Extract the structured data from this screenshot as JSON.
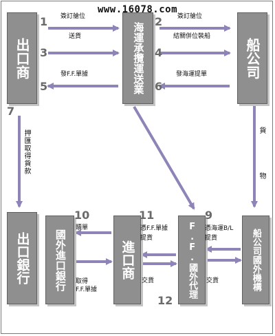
{
  "watermark": "www.16078.com",
  "boxes": {
    "exporter": "出口商",
    "shipping_forwarder": "海運承攬運送業",
    "shipping_company": "船公司",
    "export_bank": "出口銀行",
    "foreign_import_bank": "國外進口銀行",
    "importer": "進口商",
    "ff_foreign_agent": "F.F.國外代理",
    "shipping_company_foreign": "船公司國外機構"
  },
  "steps": {
    "s1": "1",
    "s2": "2",
    "s3": "3",
    "s4": "4",
    "s5": "5",
    "s6": "6",
    "s7": "7",
    "s9": "9",
    "s10": "10",
    "s11": "11",
    "s12": "12"
  },
  "labels": {
    "book_space": "簽訂艙位",
    "deliver_goods": "送貨",
    "book_space_2": "簽訂艙位",
    "consolidate_load": "結關併位裝船",
    "issue_ff_bill": "發F.F.單據",
    "issue_ocean_bl": "發海運提單",
    "negotiate_docs": "押匯取得貨款",
    "cargo": "貨",
    "goods_char": "物",
    "redeem_docs": "贖單",
    "obtain_ff_docs_1": "取得",
    "obtain_ff_docs_2": "F.F.單據",
    "ff_pickup_1": "憑F.F.單據",
    "ff_pickup_2": "提貨",
    "bl_pickup_1": "憑海運B/L",
    "bl_pickup_2": "提貨",
    "deliver_1": "交貨",
    "deliver_2": "交貨"
  },
  "colors": {
    "box": "#8f8f8f",
    "arrow": "#8e84b8",
    "number": "#6a6a6a"
  }
}
